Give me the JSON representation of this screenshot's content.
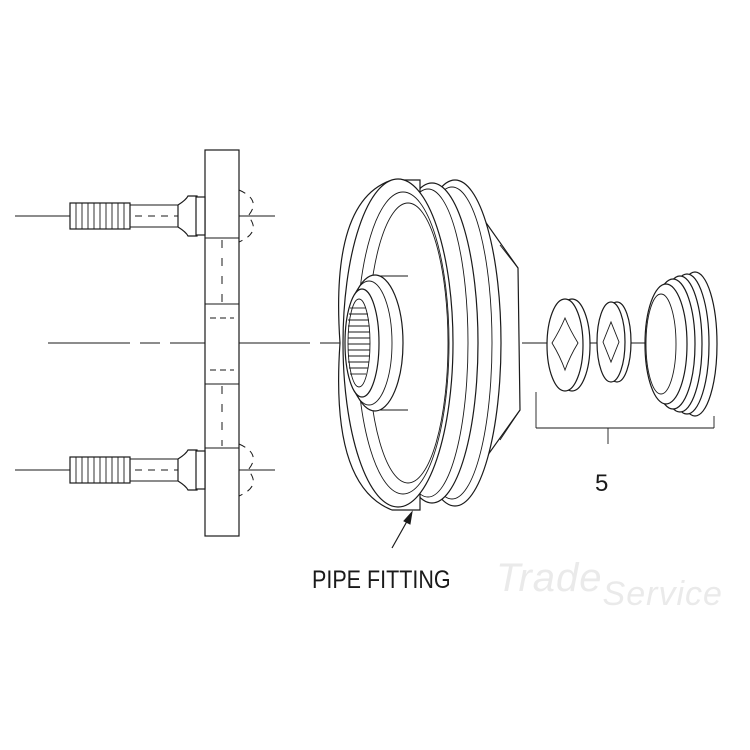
{
  "labels": {
    "pipe_fitting": "PIPE FITTING",
    "callout_number": "5"
  },
  "watermark": {
    "part1": "Trade",
    "part2": "Service"
  },
  "colors": {
    "line": "#1a1a1a",
    "background": "#ffffff",
    "watermark": "#d9d9d9"
  }
}
